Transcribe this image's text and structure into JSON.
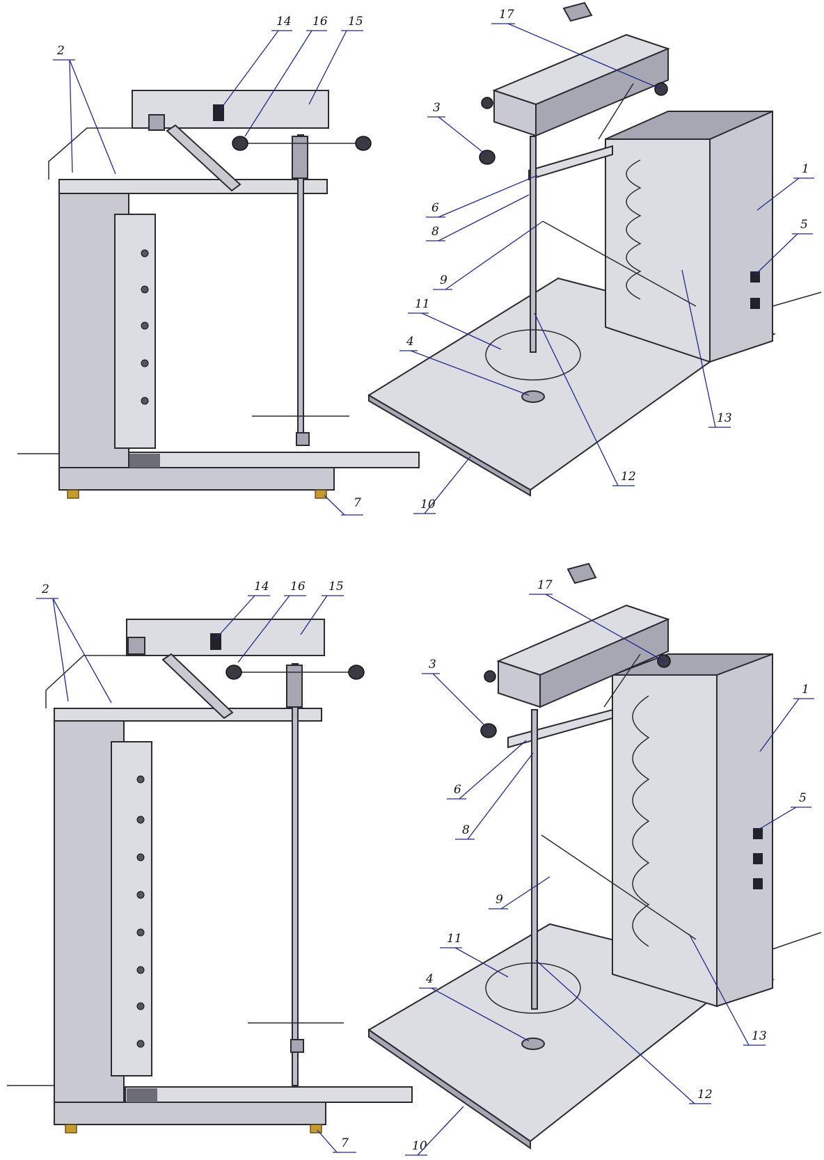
{
  "figure": {
    "views": [
      {
        "id": "side-view-top",
        "labels": [
          "2",
          "14",
          "16",
          "15",
          "7"
        ]
      },
      {
        "id": "iso-view-top",
        "labels": [
          "17",
          "3",
          "1",
          "6",
          "8",
          "5",
          "9",
          "11",
          "4",
          "13",
          "12",
          "10"
        ]
      },
      {
        "id": "side-view-bottom",
        "labels": [
          "2",
          "14",
          "16",
          "15",
          "7"
        ]
      },
      {
        "id": "iso-view-bottom",
        "labels": [
          "17",
          "3",
          "1",
          "6",
          "5",
          "8",
          "9",
          "11",
          "4",
          "13",
          "12",
          "10"
        ]
      }
    ]
  },
  "colors": {
    "metal": "#c9c9d2",
    "leader": "#1f2a8a",
    "knob": "#3a3a44",
    "foot": "#c79a2e"
  }
}
